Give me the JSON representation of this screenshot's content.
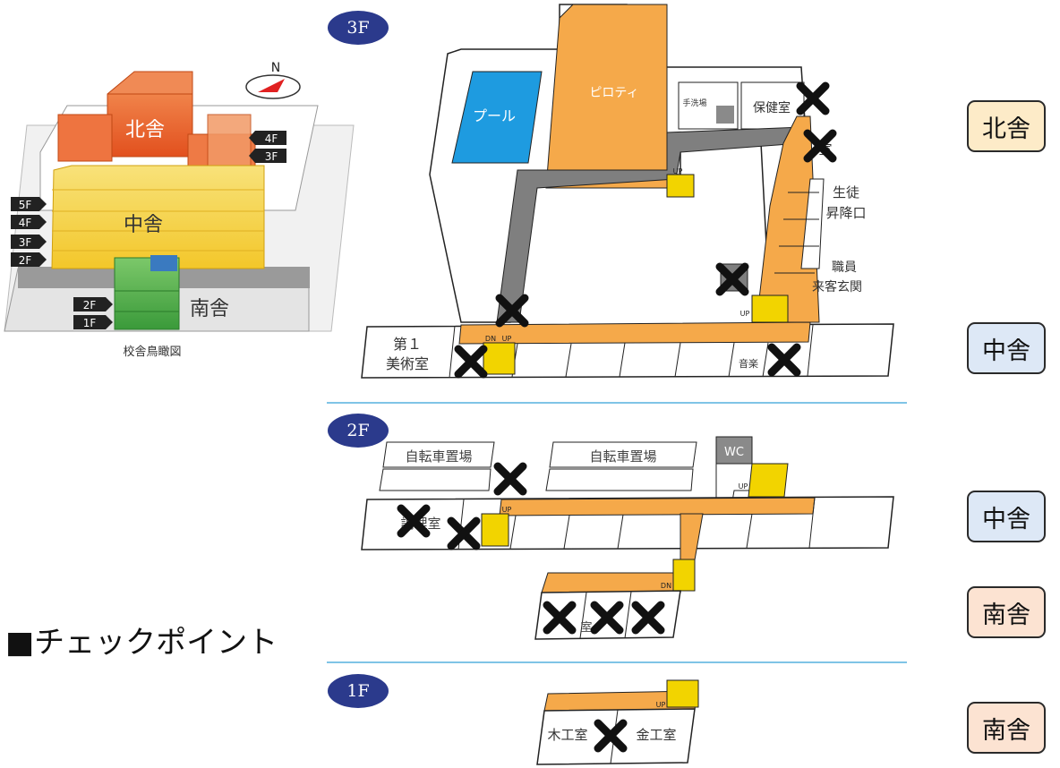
{
  "colors": {
    "corridor": "#f5a94a",
    "stairs": "#f2d400",
    "passage": "#7f7f7f",
    "pool": "#1e9be0",
    "north": "#ec6a2a",
    "middle": "#f6d64a",
    "south": "#4caa45",
    "badge": "#2b3a8c",
    "label_north_bg": "#fdebc8",
    "label_middle_bg": "#dde8f6",
    "label_south_bg": "#fce3d2",
    "x_mark": "#111111",
    "compass_arrow": "#e02020",
    "divider": "#7fc4e6"
  },
  "overview": {
    "caption": "校舎鳥瞰図",
    "north_building": "北舎",
    "middle_building": "中舎",
    "south_building": "南舎",
    "compass": "N",
    "north_floors": [
      "4F",
      "3F"
    ],
    "middle_floors": [
      "5F",
      "4F",
      "3F",
      "2F"
    ],
    "south_floors": [
      "2F",
      "1F"
    ]
  },
  "floors": {
    "f3": {
      "badge": "3F",
      "pool": "プール",
      "piloti": "ピロティ",
      "handwash": "手洗場",
      "health_room": "保健室",
      "room_partial": "室",
      "student_entrance_1": "生徒",
      "student_entrance_2": "昇降口",
      "staff_entrance_1": "職員",
      "staff_entrance_2": "来客玄関",
      "art_room_1": "第１",
      "art_room_2": "美術室",
      "music_partial": "音楽",
      "stair_up": "UP",
      "stair_dn": "DN"
    },
    "f2": {
      "badge": "2F",
      "bike_1": "自転車置場",
      "bike_2": "自転車置場",
      "wc": "WC",
      "room_partial": "調理室",
      "south_room_partial": "室",
      "stair_up": "UP",
      "stair_dn": "DN"
    },
    "f1": {
      "badge": "1F",
      "wood_shop": "木工室",
      "metal_shop": "金工室",
      "stair_up": "UP"
    }
  },
  "labels": {
    "north": "北舎",
    "middle_a": "中舎",
    "middle_b": "中舎",
    "south_a": "南舎",
    "south_b": "南舎"
  },
  "checkpoint": "■チェックポイント"
}
